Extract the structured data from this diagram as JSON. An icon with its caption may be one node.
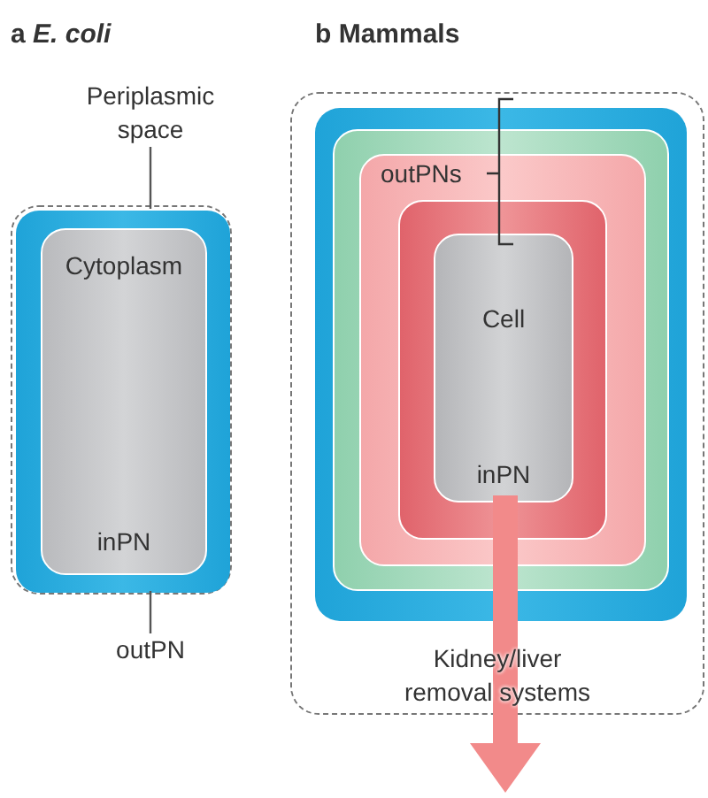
{
  "diagram": {
    "nodes": [
      {
        "text": [],
        "shape": "box"
      },
      {
        "text": [],
        "shape": "box",
        "in": 0
      },
      {
        "text": [
          "Cytoplasm",
          "inPN"
        ],
        "in": 1
      },
      {
        "text": [
          "Periplasmic space"
        ]
      },
      {
        "text": [
          "outPN"
        ]
      },
      {
        "text": [
          "Kidney/liver removal systems"
        ]
      },
      {
        "text": [],
        "shape": "box",
        "in": 5
      },
      {
        "text": [],
        "shape": "box",
        "in": 6
      },
      {
        "text": [],
        "shape": "box",
        "in": 7
      },
      {
        "text": [],
        "shape": "box",
        "in": 8
      },
      {
        "text": [
          "Cell",
          "inPN"
        ],
        "in": 9
      }
    ],
    "edges": [
      {
        "from": 3,
        "to": 1,
        "arrow": "none"
      },
      {
        "from": 4,
        "to": 1,
        "arrow": "none"
      },
      {
        "from": 10,
        "to": null,
        "arrow": "to",
        "style": "thick",
        "color": "#f28a8a"
      }
    ],
    "labels": [
      "a *E. coli*",
      "b Mammals",
      "outPNs"
    ]
  }
}
